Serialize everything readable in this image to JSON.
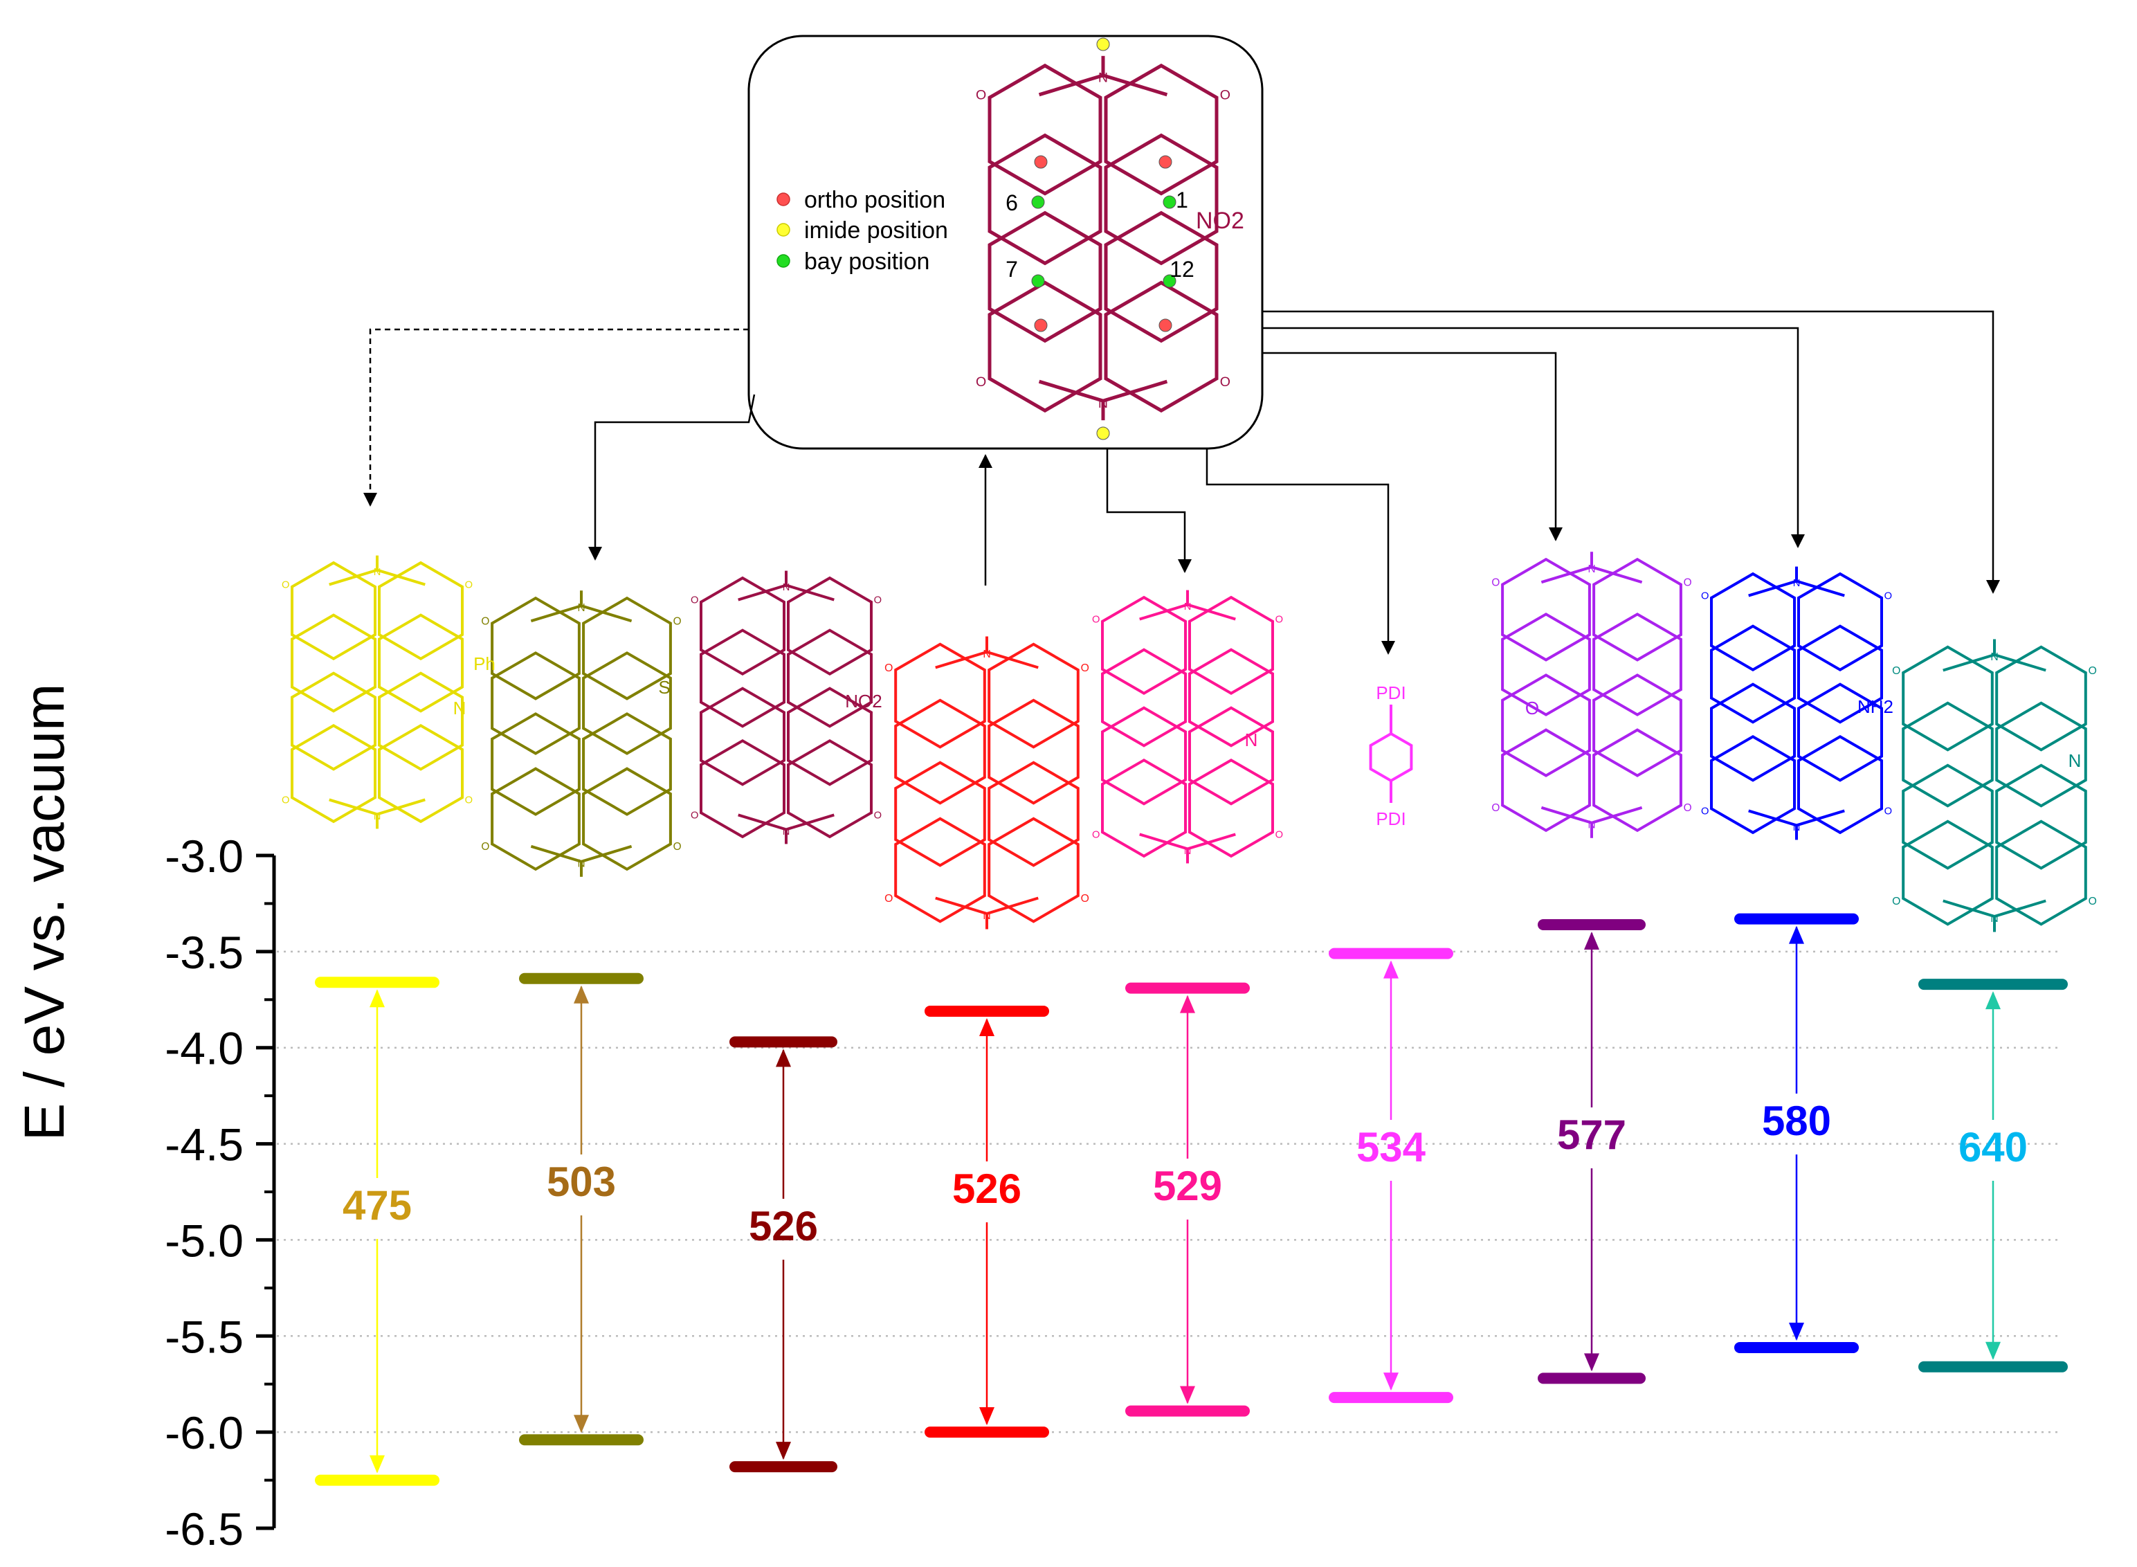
{
  "chart_data": {
    "type": "energy-level-diagram",
    "ylabel": "E / eV vs. vacuum",
    "ylim": [
      -6.5,
      -3.0
    ],
    "yticks": [
      "-3.0",
      "-3.5",
      "-4.0",
      "-4.5",
      "-5.0",
      "-5.5",
      "-6.0",
      "-6.5"
    ],
    "ytick_values": [
      -3.0,
      -3.5,
      -4.0,
      -4.5,
      -5.0,
      -5.5,
      -6.0,
      -6.5
    ],
    "grid": "horizontal dotted",
    "series": [
      {
        "lumo": -3.66,
        "homo": -6.25,
        "gap_label": "475",
        "level_color": "#ffff00",
        "arrow_color": "#ffff00",
        "label_color": "#cc9a14",
        "structure_color": "#e6dd00",
        "substituent": "Ph"
      },
      {
        "lumo": -3.64,
        "homo": -6.04,
        "gap_label": "503",
        "level_color": "#808000",
        "arrow_color": "#b07d2b",
        "label_color": "#a56b17",
        "structure_color": "#808000",
        "substituent": "S"
      },
      {
        "lumo": -3.97,
        "homo": -6.18,
        "gap_label": "526",
        "level_color": "#8b0000",
        "arrow_color": "#8b0000",
        "label_color": "#8b0000",
        "structure_color": "#9c1046",
        "substituent": "NO2"
      },
      {
        "lumo": -3.81,
        "homo": -6.0,
        "gap_label": "526",
        "level_color": "#ff0000",
        "arrow_color": "#ff0000",
        "label_color": "#ff0000",
        "structure_color": "#ff1a1a",
        "substituent": ""
      },
      {
        "lumo": -3.69,
        "homo": -5.89,
        "gap_label": "529",
        "level_color": "#ff1493",
        "arrow_color": "#ff1493",
        "label_color": "#ff1493",
        "structure_color": "#ff1493",
        "substituent": "N"
      },
      {
        "lumo": -3.51,
        "homo": -5.82,
        "gap_label": "534",
        "level_color": "#ff33ff",
        "arrow_color": "#ff33ff",
        "label_color": "#ff33ff",
        "structure_color": "#ff33ff",
        "substituent": "PDI"
      },
      {
        "lumo": -3.36,
        "homo": -5.72,
        "gap_label": "577",
        "level_color": "#800080",
        "arrow_color": "#800080",
        "label_color": "#800080",
        "structure_color": "#aa22ee",
        "substituent": "O"
      },
      {
        "lumo": -3.33,
        "homo": -5.56,
        "gap_label": "580",
        "level_color": "#0000ff",
        "arrow_color": "#0000ff",
        "label_color": "#0000ff",
        "structure_color": "#0000ff",
        "substituent": "NH2"
      },
      {
        "lumo": -3.67,
        "homo": -5.66,
        "gap_label": "640",
        "level_color": "#008080",
        "arrow_color": "#20c9a6",
        "label_color": "#00b7f0",
        "structure_color": "#008b80",
        "substituent": "N"
      }
    ]
  },
  "legend": {
    "items": [
      {
        "label": "ortho position",
        "color": "#ff5050"
      },
      {
        "label": "imide position",
        "color": "#ffff33"
      },
      {
        "label": "bay position",
        "color": "#22dd22"
      }
    ]
  },
  "core": {
    "color": "#9c1046",
    "bay_numbers": [
      "6",
      "7",
      "1",
      "12"
    ],
    "substituent": "NO2"
  },
  "molecule_labels": {
    "ph": "Ph",
    "n": "N",
    "s": "S",
    "o": "O",
    "no2": "NO2",
    "nh2": "NH2",
    "pdi": "PDI"
  }
}
